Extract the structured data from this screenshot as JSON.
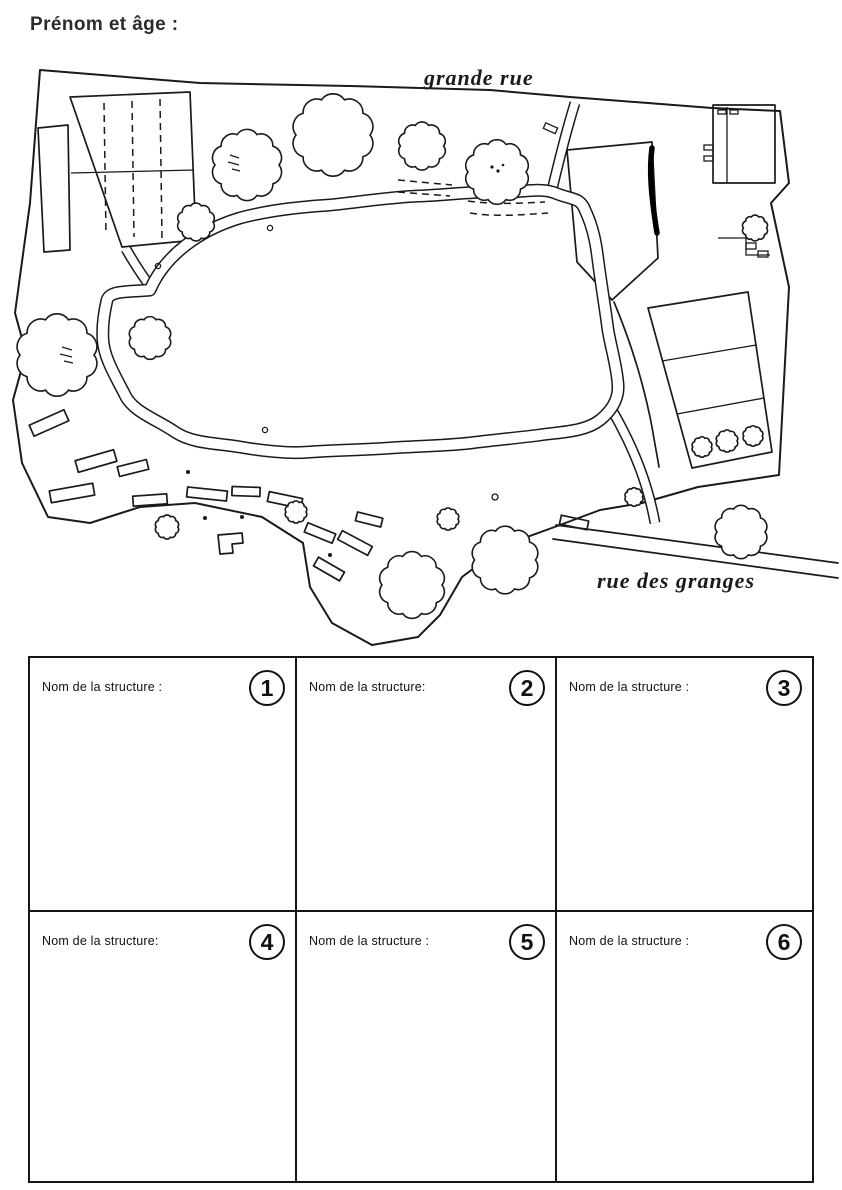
{
  "header": {
    "title": "Prénom et âge :"
  },
  "map": {
    "street_top_label": "grande rue",
    "street_bottom_label": "rue des granges"
  },
  "grid": {
    "cells": [
      {
        "label": "Nom de la structure :",
        "number": "1"
      },
      {
        "label": "Nom de la structure:",
        "number": "2"
      },
      {
        "label": "Nom de la structure :",
        "number": "3"
      },
      {
        "label": "Nom de la structure:",
        "number": "4"
      },
      {
        "label": "Nom de la structure :",
        "number": "5"
      },
      {
        "label": "Nom de la structure :",
        "number": "6"
      }
    ]
  },
  "colors": {
    "ink": "#1a1a1a",
    "paper": "#ffffff"
  }
}
